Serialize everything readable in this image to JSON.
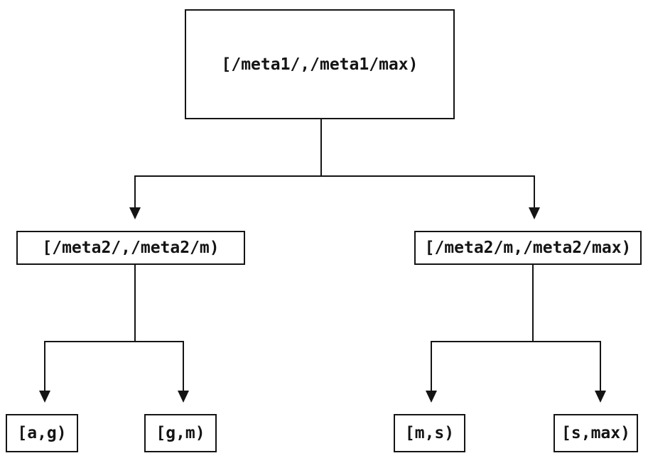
{
  "diagram": {
    "type": "tree",
    "colors": {
      "background": "#ffffff",
      "line": "#141414",
      "box_border": "#141414",
      "text": "#141414"
    },
    "nodes": {
      "root": {
        "label": "[/meta1/,/meta1/max)"
      },
      "meta2_low": {
        "label": "[/meta2/,/meta2/m)"
      },
      "meta2_high": {
        "label": "[/meta2/m,/meta2/max)"
      },
      "leaf_a_g": {
        "label": "[a,g)"
      },
      "leaf_g_m": {
        "label": "[g,m)"
      },
      "leaf_m_s": {
        "label": "[m,s)"
      },
      "leaf_s_max": {
        "label": "[s,max)"
      }
    },
    "edges": [
      {
        "from": "root",
        "to": "meta2_low"
      },
      {
        "from": "root",
        "to": "meta2_high"
      },
      {
        "from": "meta2_low",
        "to": "leaf_a_g"
      },
      {
        "from": "meta2_low",
        "to": "leaf_g_m"
      },
      {
        "from": "meta2_high",
        "to": "leaf_m_s"
      },
      {
        "from": "meta2_high",
        "to": "leaf_s_max"
      }
    ]
  }
}
